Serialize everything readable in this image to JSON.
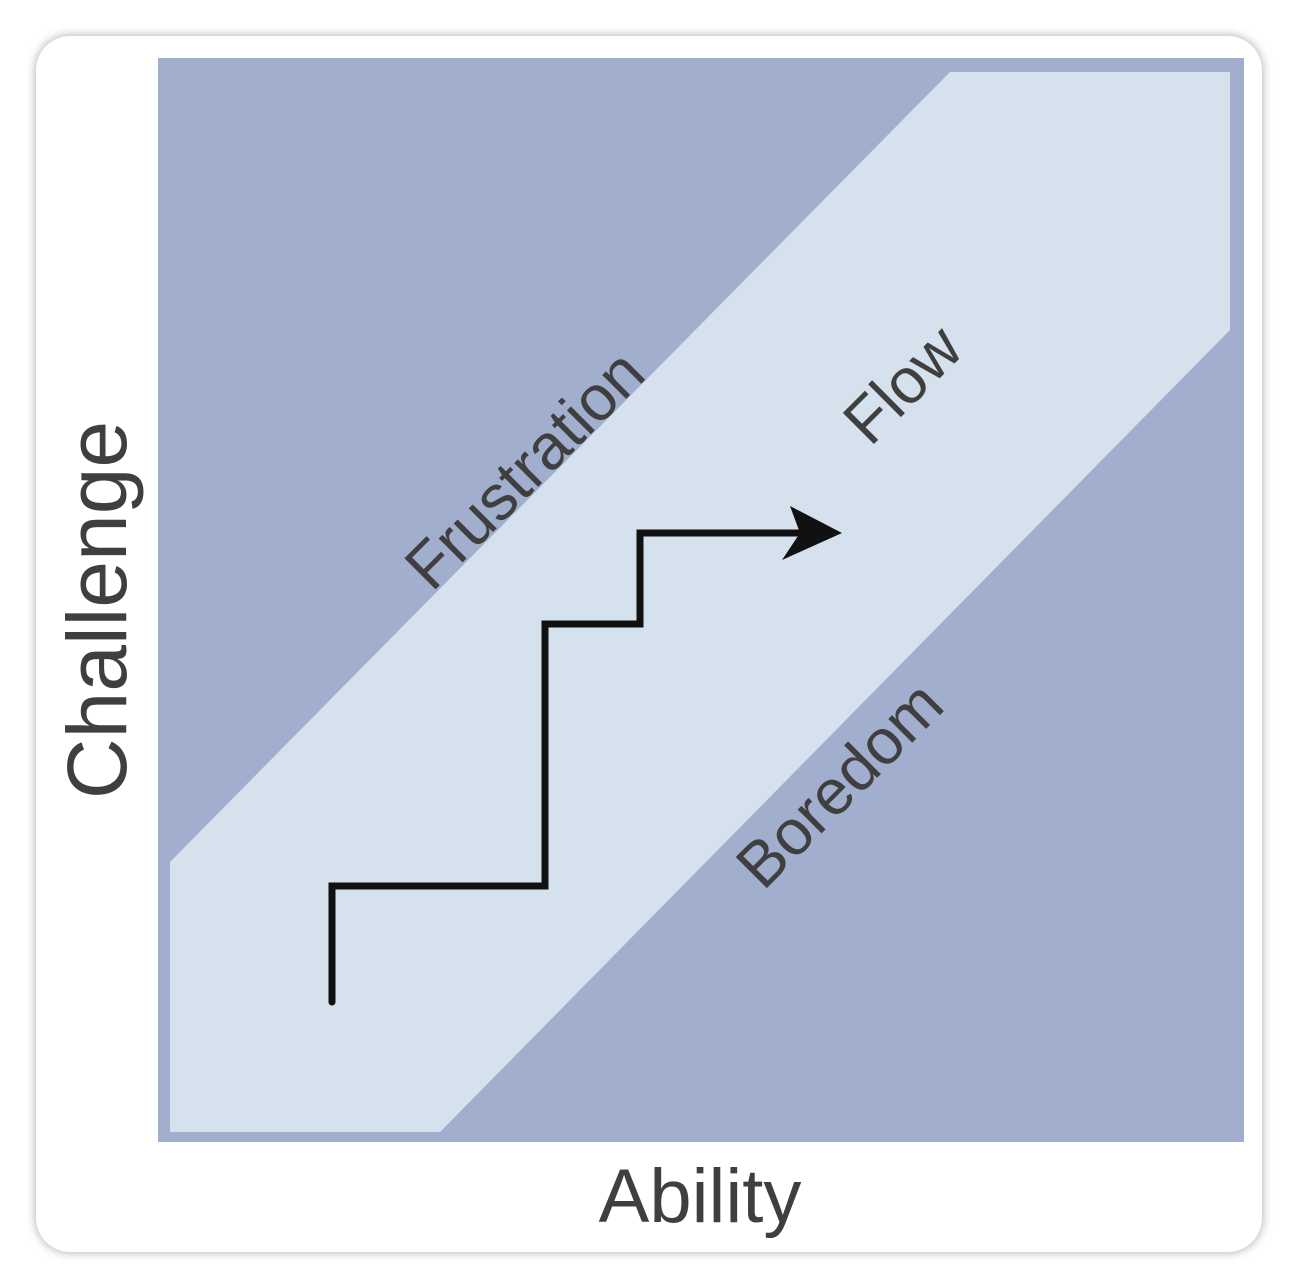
{
  "title": "Flow diagram",
  "axes": {
    "x_label": "Ability",
    "y_label": "Challenge"
  },
  "regions": {
    "upper": "Frustration",
    "middle": "Flow",
    "lower": "Boredom"
  },
  "colors": {
    "outer_zone": "#a2aecd",
    "flow_band": "#d5e1ec",
    "arrow": "#111111",
    "text": "#3f3f3f"
  }
}
